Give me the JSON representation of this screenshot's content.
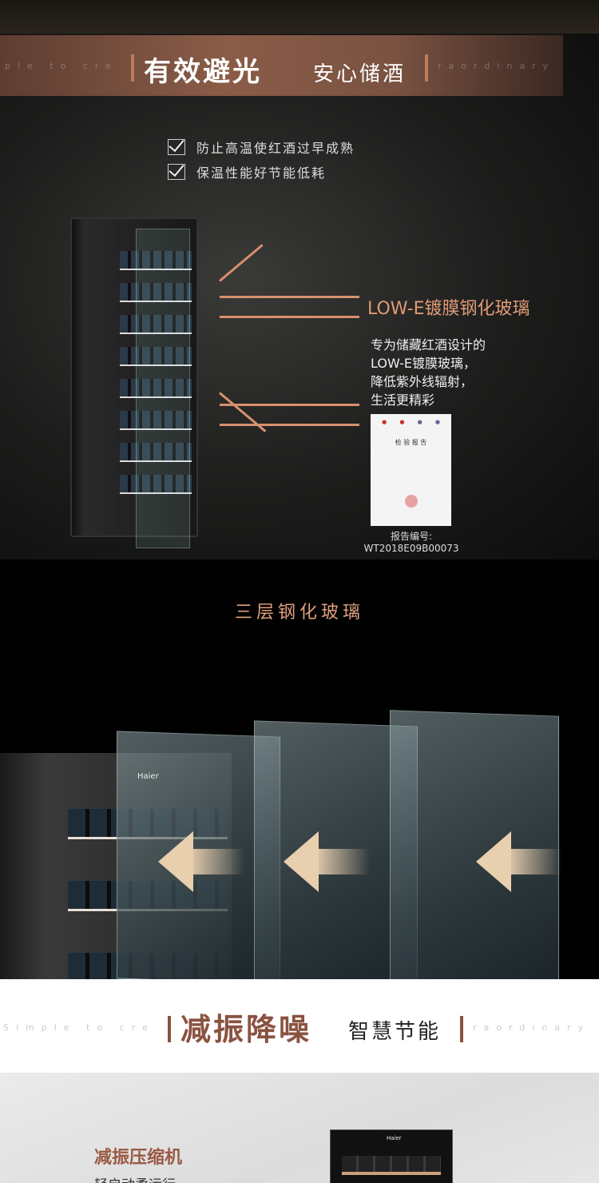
{
  "section1": {
    "banner_sub_left": "ple to cre",
    "banner_sub_right": "raordinary",
    "title": "有效避光",
    "subtitle": "安心储酒",
    "checks": [
      "防止高温使红酒过早成熟",
      "保温性能好节能低耗"
    ],
    "feature_title": "LOW-E镀膜钢化玻璃",
    "feature_desc": [
      "专为储藏红酒设计的",
      "LOW-E镀膜玻璃，",
      "降低紫外线辐射，",
      "生活更精彩"
    ],
    "certificate_title": "检 验 报 告",
    "report_label": "报告编号:",
    "report_number": "WT2018E09B00073"
  },
  "section2": {
    "title": "三层钢化玻璃",
    "brand": "Haier"
  },
  "section3": {
    "banner_sub_left": "Simple to cre",
    "banner_sub_right": "raordinary",
    "title": "减振降噪",
    "subtitle": "智慧节能",
    "feature_title": "减振压缩机",
    "feature_desc": "轻启动柔运行",
    "brand": "Haier"
  },
  "colors": {
    "accent": "#c07a5c",
    "feature": "#e09a76",
    "title_brown": "#8a5240"
  }
}
